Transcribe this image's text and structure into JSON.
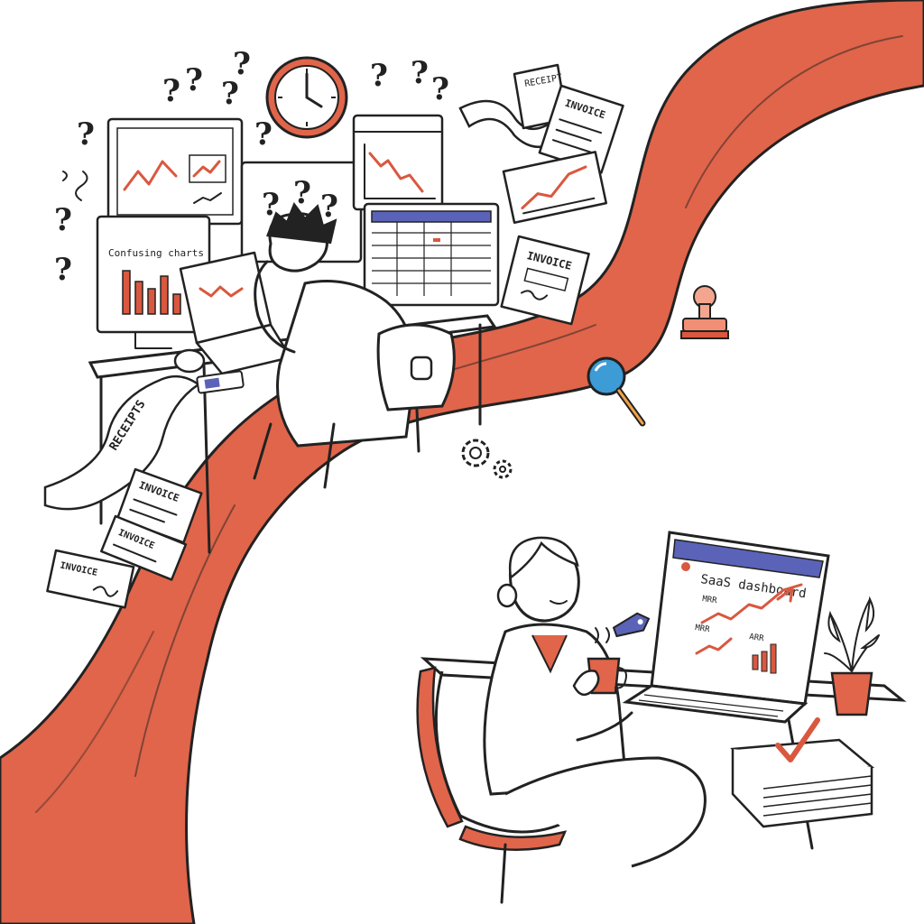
{
  "colors": {
    "path": "#e0654a",
    "path_dark": "#c84a33",
    "accent_blue": "#3d9bd6",
    "screen_blue": "#5a63b8",
    "ink": "#222222",
    "chair_red": "#e0654a"
  },
  "chaos": {
    "chart_label": "Confusing charts",
    "receipt_roll_label": "RECEIPTS",
    "receipt_top_label": "RECEIPT",
    "invoice_labels": [
      "INVOICE",
      "INVOICE",
      "INVOICE",
      "INVOICE",
      "INVOICE"
    ]
  },
  "calm": {
    "dashboard_title": "SaaS dashboard",
    "metric_1": "MRR",
    "metric_2": "MRR",
    "metric_3": "ARR"
  },
  "path_icons": [
    "stamp-icon",
    "magnifier-icon",
    "gears-icon"
  ]
}
